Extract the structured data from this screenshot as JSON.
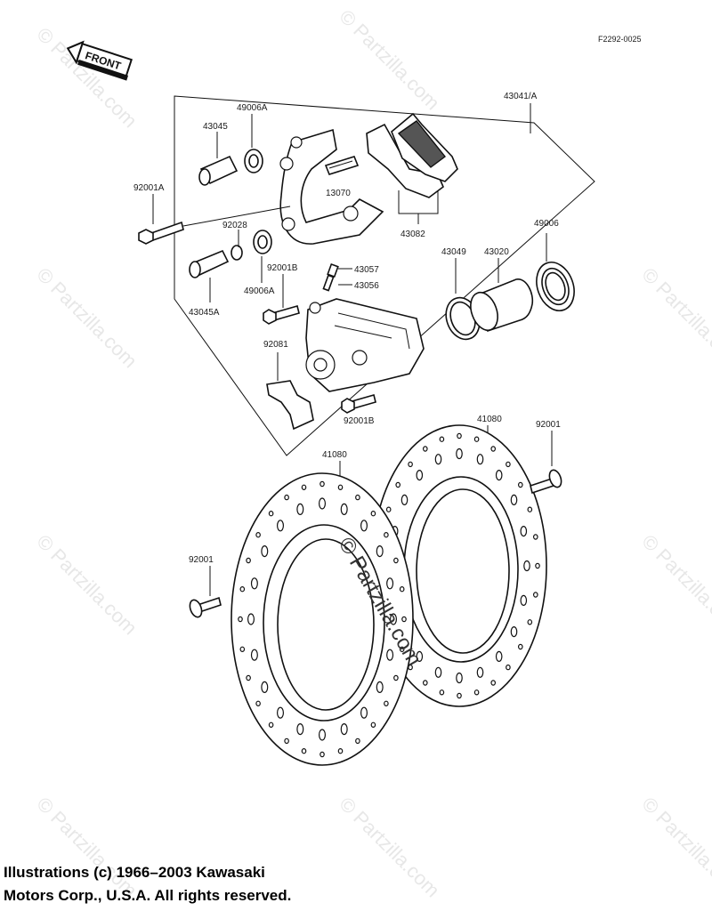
{
  "diagram": {
    "ref_code": "F2292-0025",
    "front_label": "FRONT",
    "callouts": {
      "c43041A": "43041/A",
      "c49006A_top": "49006A",
      "c43045": "43045",
      "c13070": "13070",
      "c43082": "43082",
      "c92001A": "92001A",
      "c92028": "92028",
      "c43045A": "43045A",
      "c49006A_bottom": "49006A",
      "c92001B_top": "92001B",
      "c43057": "43057",
      "c43056": "43056",
      "c43049": "43049",
      "c43020": "43020",
      "c49006": "49006",
      "c92081": "92081",
      "c92001B_bottom": "92001B",
      "c41080_right": "41080",
      "c92001_right": "92001",
      "c41080_left": "41080",
      "c92001_left": "92001"
    },
    "watermark": "© Partzilla.com"
  },
  "copyright": {
    "line1": "Illustrations (c) 1966–2003 Kawasaki",
    "line2": "Motors Corp., U.S.A.  All rights reserved."
  }
}
